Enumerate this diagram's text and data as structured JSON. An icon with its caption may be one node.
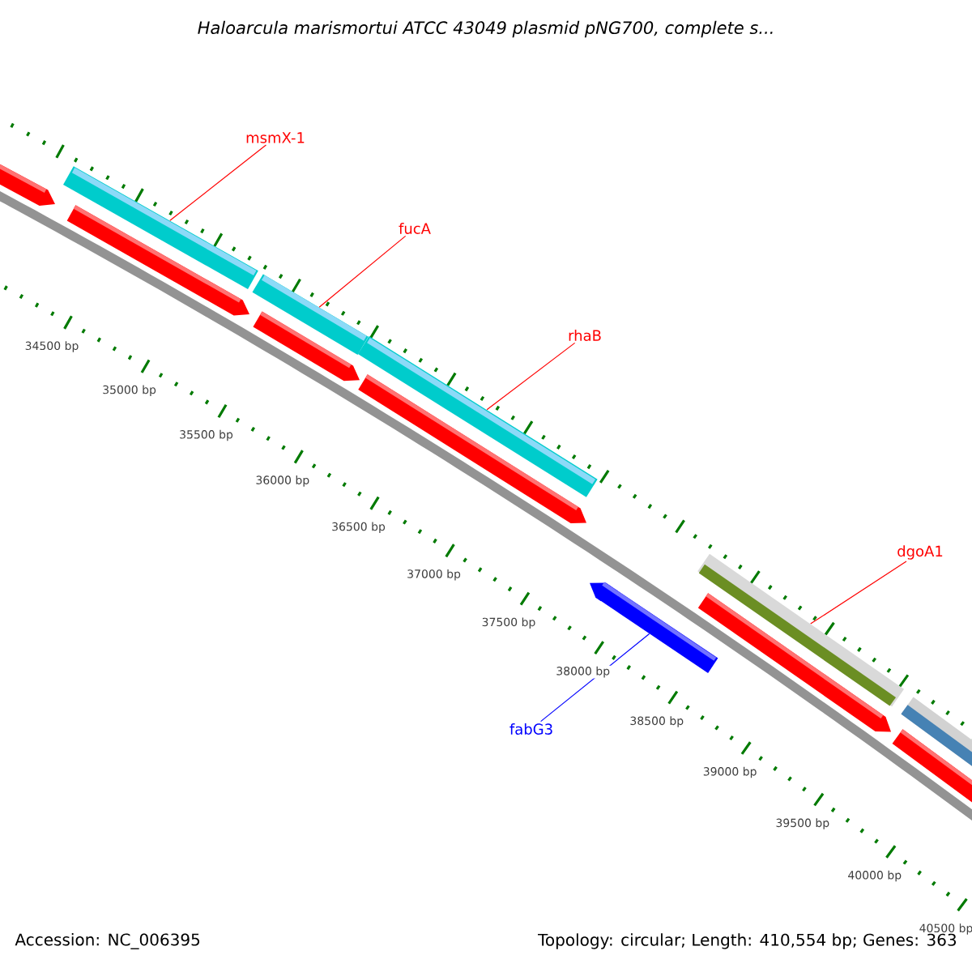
{
  "diagram": {
    "title": "Haloarcula marismortui ATCC 43049 plasmid pNG700, complete s...",
    "nodes": [
      {
        "text": [
          "msmX-1"
        ]
      },
      {
        "text": [],
        "shape": "bar"
      },
      {
        "text": [
          "fucA"
        ]
      },
      {
        "text": [],
        "shape": "bar"
      },
      {
        "text": [
          "rhaB"
        ]
      },
      {
        "text": [],
        "shape": "bar"
      },
      {
        "text": [
          "dgoA1"
        ]
      },
      {
        "text": [],
        "shape": "bar"
      },
      {
        "text": [
          "fabG3"
        ]
      },
      {
        "text": [],
        "shape": "bar"
      }
    ],
    "edges": [
      {
        "from": 0,
        "to": 1,
        "arrow": "none"
      },
      {
        "from": 2,
        "to": 3,
        "arrow": "none"
      },
      {
        "from": 4,
        "to": 5,
        "arrow": "none"
      },
      {
        "from": 6,
        "to": 7,
        "arrow": "none"
      },
      {
        "from": 8,
        "to": 9,
        "arrow": "none",
        "color": "#0000ff"
      }
    ],
    "labels": [
      "34500 bp",
      "35000 bp",
      "35500 bp",
      "36000 bp",
      "36500 bp",
      "37000 bp",
      "37500 bp",
      "38000 bp",
      "38500 bp",
      "39000 bp",
      "39500 bp",
      "40000 bp",
      "40500 bp",
      "Accession: NC_006395",
      "Topology: circular; Length: 410,554 bp; Genes: 363"
    ]
  }
}
